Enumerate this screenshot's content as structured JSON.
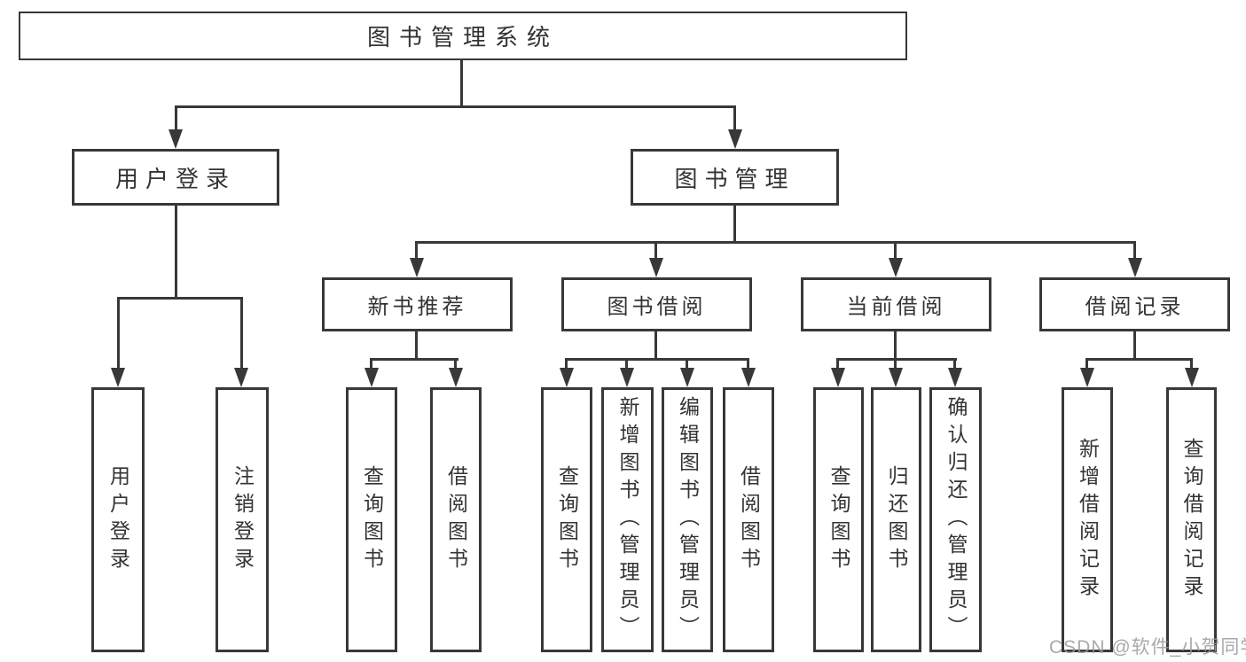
{
  "tree": {
    "root": {
      "label": "图书管理系统",
      "children": [
        {
          "label": "用户登录",
          "children": [
            {
              "label": "用户登录"
            },
            {
              "label": "注销登录"
            }
          ]
        },
        {
          "label": "图书管理",
          "children": [
            {
              "label": "新书推荐",
              "children": [
                {
                  "label": "查询图书"
                },
                {
                  "label": "借阅图书"
                }
              ]
            },
            {
              "label": "图书借阅",
              "children": [
                {
                  "label": "查询图书"
                },
                {
                  "label": "新增图书（管理员）"
                },
                {
                  "label": "编辑图书（管理员）"
                },
                {
                  "label": "借阅图书"
                }
              ]
            },
            {
              "label": "当前借阅",
              "children": [
                {
                  "label": "查询图书"
                },
                {
                  "label": "归还图书"
                },
                {
                  "label": "确认归还（管理员）"
                }
              ]
            },
            {
              "label": "借阅记录",
              "children": [
                {
                  "label": "新增借阅记录"
                },
                {
                  "label": "查询借阅记录"
                }
              ]
            }
          ]
        }
      ]
    }
  },
  "watermark": {
    "text": "CSDN @软件_小贺同学"
  },
  "colors": {
    "line": "#383838",
    "text": "#333333",
    "watermark": "#9b9b9b",
    "background": "#ffffff"
  }
}
